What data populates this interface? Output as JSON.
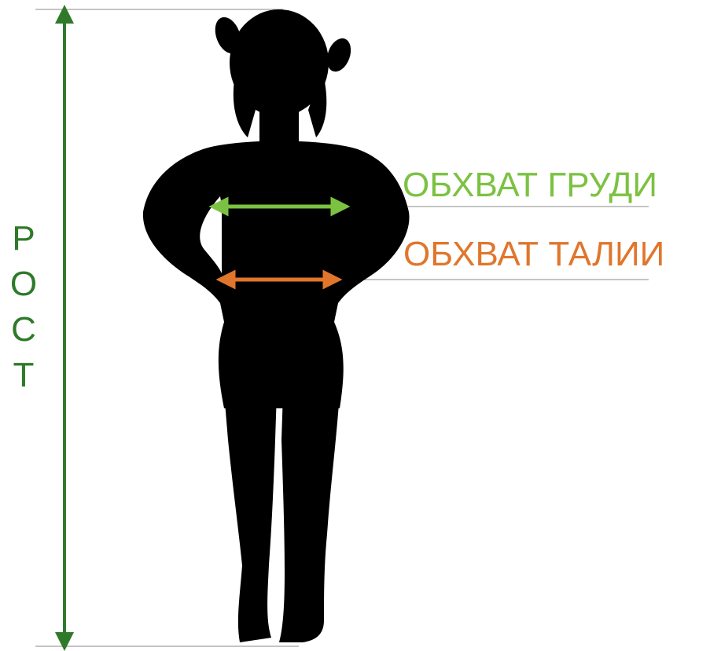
{
  "labels": {
    "height": "РОСТ",
    "chest": "ОБХВАТ ГРУДИ",
    "waist": "ОБХВАТ ТАЛИИ"
  },
  "colors": {
    "height": "#2f7a2a",
    "chest": "#7cc242",
    "waist": "#e0762c",
    "silhouette": "#000000",
    "guide_lines": "#8a8a8a"
  }
}
